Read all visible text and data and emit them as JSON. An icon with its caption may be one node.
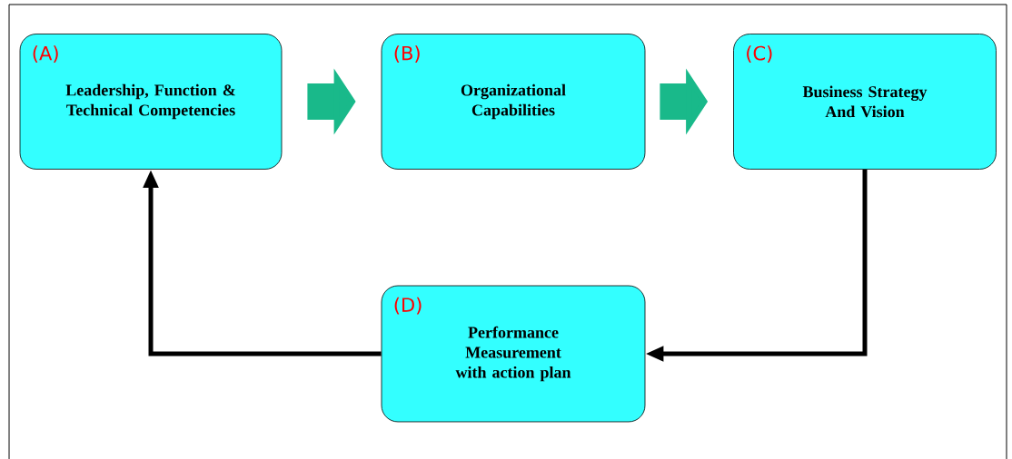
{
  "diagram": {
    "nodes": [
      {
        "text": [
          "(A)",
          "Leadership, Function & Technical Competencies"
        ]
      },
      {
        "text": [
          "(B)",
          "Organizational Capabilities"
        ]
      },
      {
        "text": [
          "(C)",
          "Business Strategy And Vision"
        ]
      },
      {
        "text": [
          "(D)",
          "Performance Measurement with action plan"
        ]
      }
    ],
    "edges": [
      {
        "from": 0,
        "to": 1,
        "arrow": "to",
        "style": "thick",
        "color": "#19b98a"
      },
      {
        "from": 1,
        "to": 2,
        "arrow": "to",
        "style": "thick",
        "color": "#19b98a"
      },
      {
        "from": 2,
        "to": 3,
        "arrow": "to",
        "color": "#000000"
      },
      {
        "from": 3,
        "to": 0,
        "arrow": "to",
        "color": "#000000"
      }
    ]
  }
}
